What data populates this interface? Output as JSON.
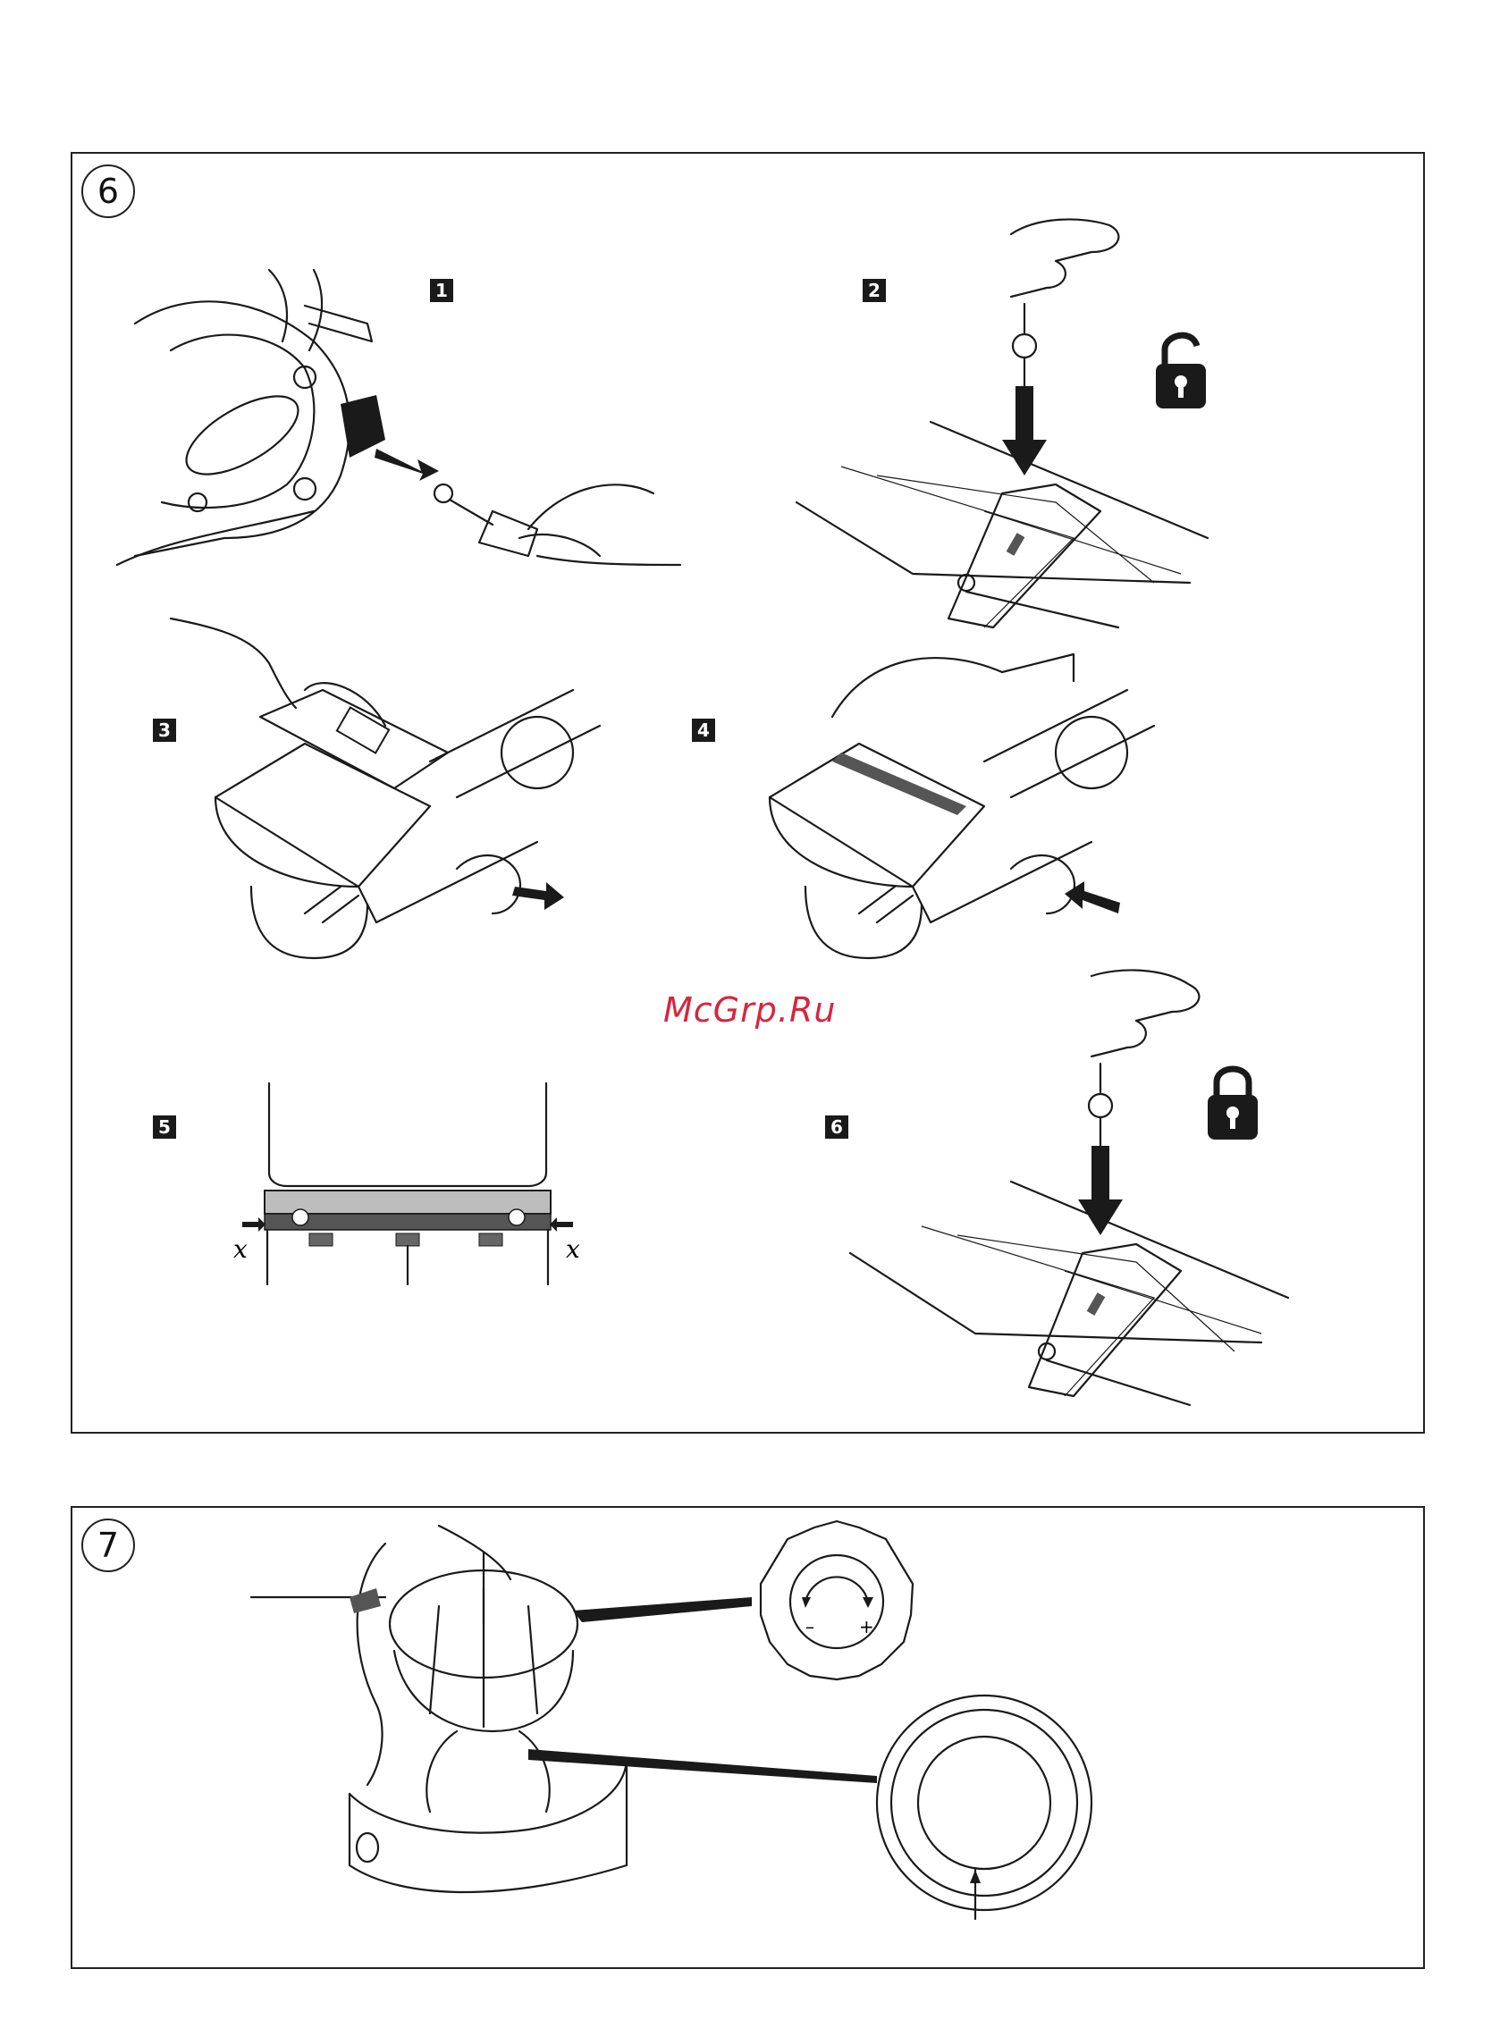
{
  "figure6": {
    "number": "6",
    "steps": [
      "1",
      "2",
      "3",
      "4",
      "5",
      "6"
    ],
    "step5_labels": {
      "left": "x",
      "right": "x"
    },
    "icons": [
      "unlock-icon",
      "lock-icon"
    ]
  },
  "figure7": {
    "number": "7",
    "dial_signs": {
      "minus": "–",
      "plus": "+"
    }
  },
  "watermark": "McGrp.Ru"
}
